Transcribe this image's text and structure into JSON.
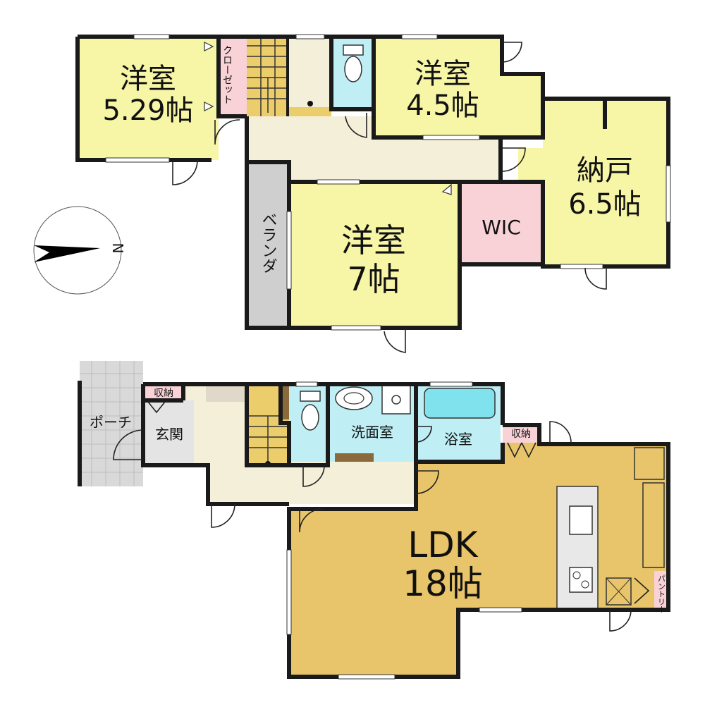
{
  "colors": {
    "bedroom": "#f7f5a6",
    "hall": "#f4efd9",
    "water": "#bfeff5",
    "storage": "#f9d2d7",
    "ldk": "#e8c46a",
    "stairs": "#eccd6c",
    "veranda": "#cfcfcf",
    "porch": "#d9d9d9",
    "entrance": "#e4e4e4",
    "wall": "#1a1a1a"
  },
  "upper_floor": {
    "room_1": {
      "name": "洋室",
      "size": "5.29帖"
    },
    "closet": {
      "label": "クローゼット"
    },
    "room_2": {
      "name": "洋室",
      "size": "4.5帖"
    },
    "storeroom": {
      "name": "納戸",
      "size": "6.5帖"
    },
    "room_3": {
      "name": "洋室",
      "size": "7帖"
    },
    "wic": {
      "label": "WIC"
    },
    "veranda": {
      "label": "ベランダ"
    }
  },
  "lower_floor": {
    "porch": {
      "label": "ポーチ"
    },
    "storage_1": {
      "label": "収納"
    },
    "entrance": {
      "label": "玄関"
    },
    "washroom": {
      "label": "洗面室"
    },
    "bathroom": {
      "label": "浴室"
    },
    "storage_2": {
      "label": "収納"
    },
    "ldk": {
      "name": "LDK",
      "size": "18帖"
    },
    "pantry": {
      "label": "パントリー"
    }
  },
  "compass": {
    "label": "N",
    "icon": "north-arrow-icon"
  }
}
